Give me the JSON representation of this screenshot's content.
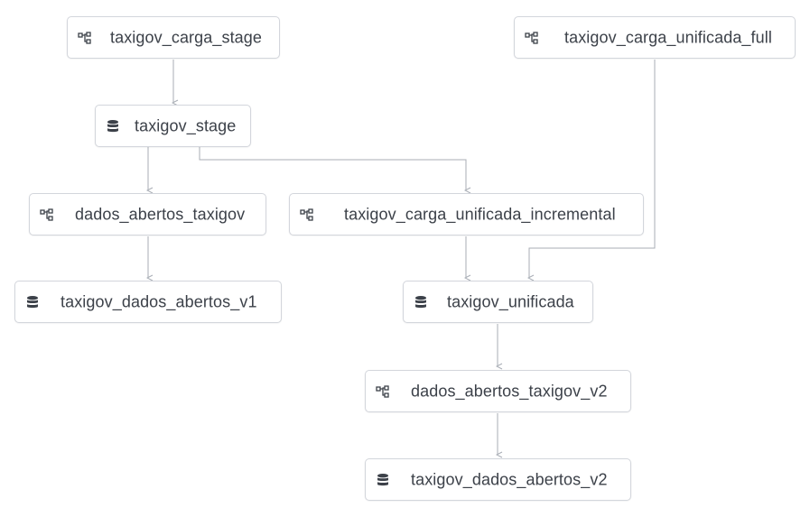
{
  "colors": {
    "edge": "#a8adb5",
    "node_border": "#d3d6dc",
    "text": "#3c4149",
    "icon": "#3c4149"
  },
  "nodes": {
    "taxigov_carga_stage": {
      "label": "taxigov_carga_stage",
      "icon": "pipeline-icon"
    },
    "taxigov_carga_unificada_full": {
      "label": "taxigov_carga_unificada_full",
      "icon": "pipeline-icon"
    },
    "taxigov_stage": {
      "label": "taxigov_stage",
      "icon": "database-icon"
    },
    "dados_abertos_taxigov": {
      "label": "dados_abertos_taxigov",
      "icon": "pipeline-icon"
    },
    "taxigov_carga_unificada_incremental": {
      "label": "taxigov_carga_unificada_incremental",
      "icon": "pipeline-icon"
    },
    "taxigov_dados_abertos_v1": {
      "label": "taxigov_dados_abertos_v1",
      "icon": "database-icon"
    },
    "taxigov_unificada": {
      "label": "taxigov_unificada",
      "icon": "database-icon"
    },
    "dados_abertos_taxigov_v2": {
      "label": "dados_abertos_taxigov_v2",
      "icon": "pipeline-icon"
    },
    "taxigov_dados_abertos_v2": {
      "label": "taxigov_dados_abertos_v2",
      "icon": "database-icon"
    }
  },
  "edges": [
    {
      "from": "taxigov_carga_stage",
      "to": "taxigov_stage"
    },
    {
      "from": "taxigov_stage",
      "to": "dados_abertos_taxigov"
    },
    {
      "from": "taxigov_stage",
      "to": "taxigov_carga_unificada_incremental"
    },
    {
      "from": "dados_abertos_taxigov",
      "to": "taxigov_dados_abertos_v1"
    },
    {
      "from": "taxigov_carga_unificada_incremental",
      "to": "taxigov_unificada"
    },
    {
      "from": "taxigov_carga_unificada_full",
      "to": "taxigov_unificada"
    },
    {
      "from": "taxigov_unificada",
      "to": "dados_abertos_taxigov_v2"
    },
    {
      "from": "dados_abertos_taxigov_v2",
      "to": "taxigov_dados_abertos_v2"
    }
  ]
}
